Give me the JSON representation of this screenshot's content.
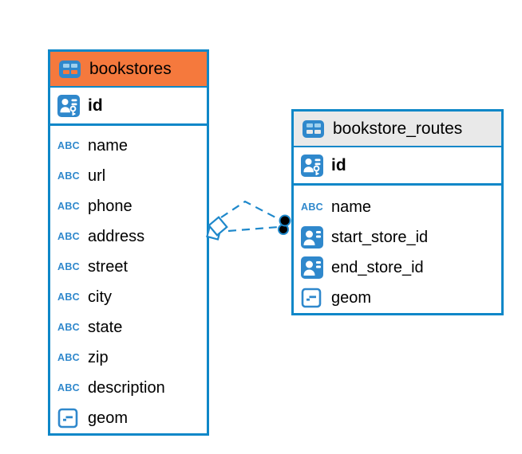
{
  "diagram": {
    "background": "#ffffff",
    "colors": {
      "border_blue": "#0E87C8",
      "icon_blue": "#2F88CC",
      "icon_cell_light": "#9ED0EE",
      "connector_blue": "#1E88CB",
      "bookstores_header": "#F5793D",
      "bookstore_routes_header": "#E9E9E9",
      "text": "#000000"
    },
    "icon_glyphs": {
      "text_column": "ABC"
    },
    "tables": [
      {
        "name": "bookstores",
        "icon": "table-icon",
        "header_style": "orange",
        "primary_key": {
          "label": "id",
          "icon": "primary-key-icon"
        },
        "columns": [
          {
            "label": "name",
            "icon": "text-column-icon"
          },
          {
            "label": "url",
            "icon": "text-column-icon"
          },
          {
            "label": "phone",
            "icon": "text-column-icon"
          },
          {
            "label": "address",
            "icon": "text-column-icon"
          },
          {
            "label": "street",
            "icon": "text-column-icon"
          },
          {
            "label": "city",
            "icon": "text-column-icon"
          },
          {
            "label": "state",
            "icon": "text-column-icon"
          },
          {
            "label": "zip",
            "icon": "text-column-icon"
          },
          {
            "label": "description",
            "icon": "text-column-icon"
          },
          {
            "label": "geom",
            "icon": "geometry-column-icon"
          }
        ]
      },
      {
        "name": "bookstore_routes",
        "icon": "table-icon",
        "header_style": "gray",
        "primary_key": {
          "label": "id",
          "icon": "primary-key-icon"
        },
        "columns": [
          {
            "label": "name",
            "icon": "text-column-icon"
          },
          {
            "label": "start_store_id",
            "icon": "foreign-key-icon"
          },
          {
            "label": "end_store_id",
            "icon": "foreign-key-icon"
          },
          {
            "label": "geom",
            "icon": "geometry-column-icon"
          }
        ]
      }
    ],
    "relationships": [
      {
        "from_table": "bookstores",
        "to_table": "bookstore_routes",
        "line_style": "dashed",
        "source_marker": "diamond",
        "target_marker": "filled-circle"
      },
      {
        "from_table": "bookstores",
        "to_table": "bookstore_routes",
        "line_style": "dashed",
        "source_marker": "diamond",
        "target_marker": "filled-circle"
      }
    ]
  }
}
